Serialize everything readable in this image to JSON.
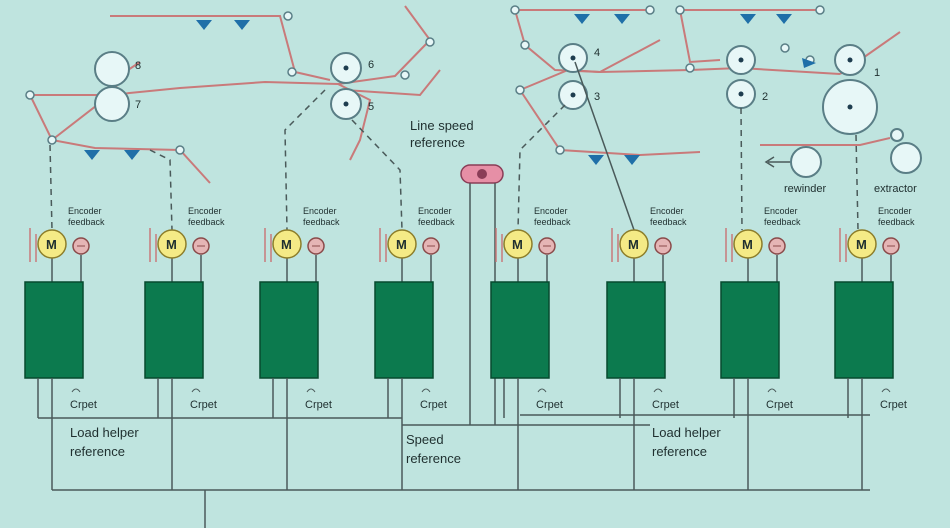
{
  "labels": {
    "line_speed_ref_1": "Line speed",
    "line_speed_ref_2": "reference",
    "speed_ref_1": "Speed",
    "speed_ref_2": "reference",
    "load_helper_left_1": "Load helper",
    "load_helper_left_2": "reference",
    "load_helper_right_1": "Load helper",
    "load_helper_right_2": "reference",
    "rewinder": "rewinder",
    "extractor": "extractor",
    "motor_letter": "M",
    "encoder_1": "Encoder",
    "encoder_2": "feedback",
    "crpet": "Crpet"
  },
  "roll_numbers": [
    "8",
    "7",
    "6",
    "5",
    "4",
    "3",
    "2",
    "1"
  ],
  "colors": {
    "background": "#bfe4df",
    "web_line": "#c97a7a",
    "roll_fill": "#e7f7f7",
    "roll_stroke": "#5a7e86",
    "drive_fill": "#0c7a4e",
    "motor_fill": "#f4ea86",
    "encoder_fill": "#e5b5b5",
    "wire": "#4a5a5a",
    "nozzle": "#1f6fa8"
  }
}
